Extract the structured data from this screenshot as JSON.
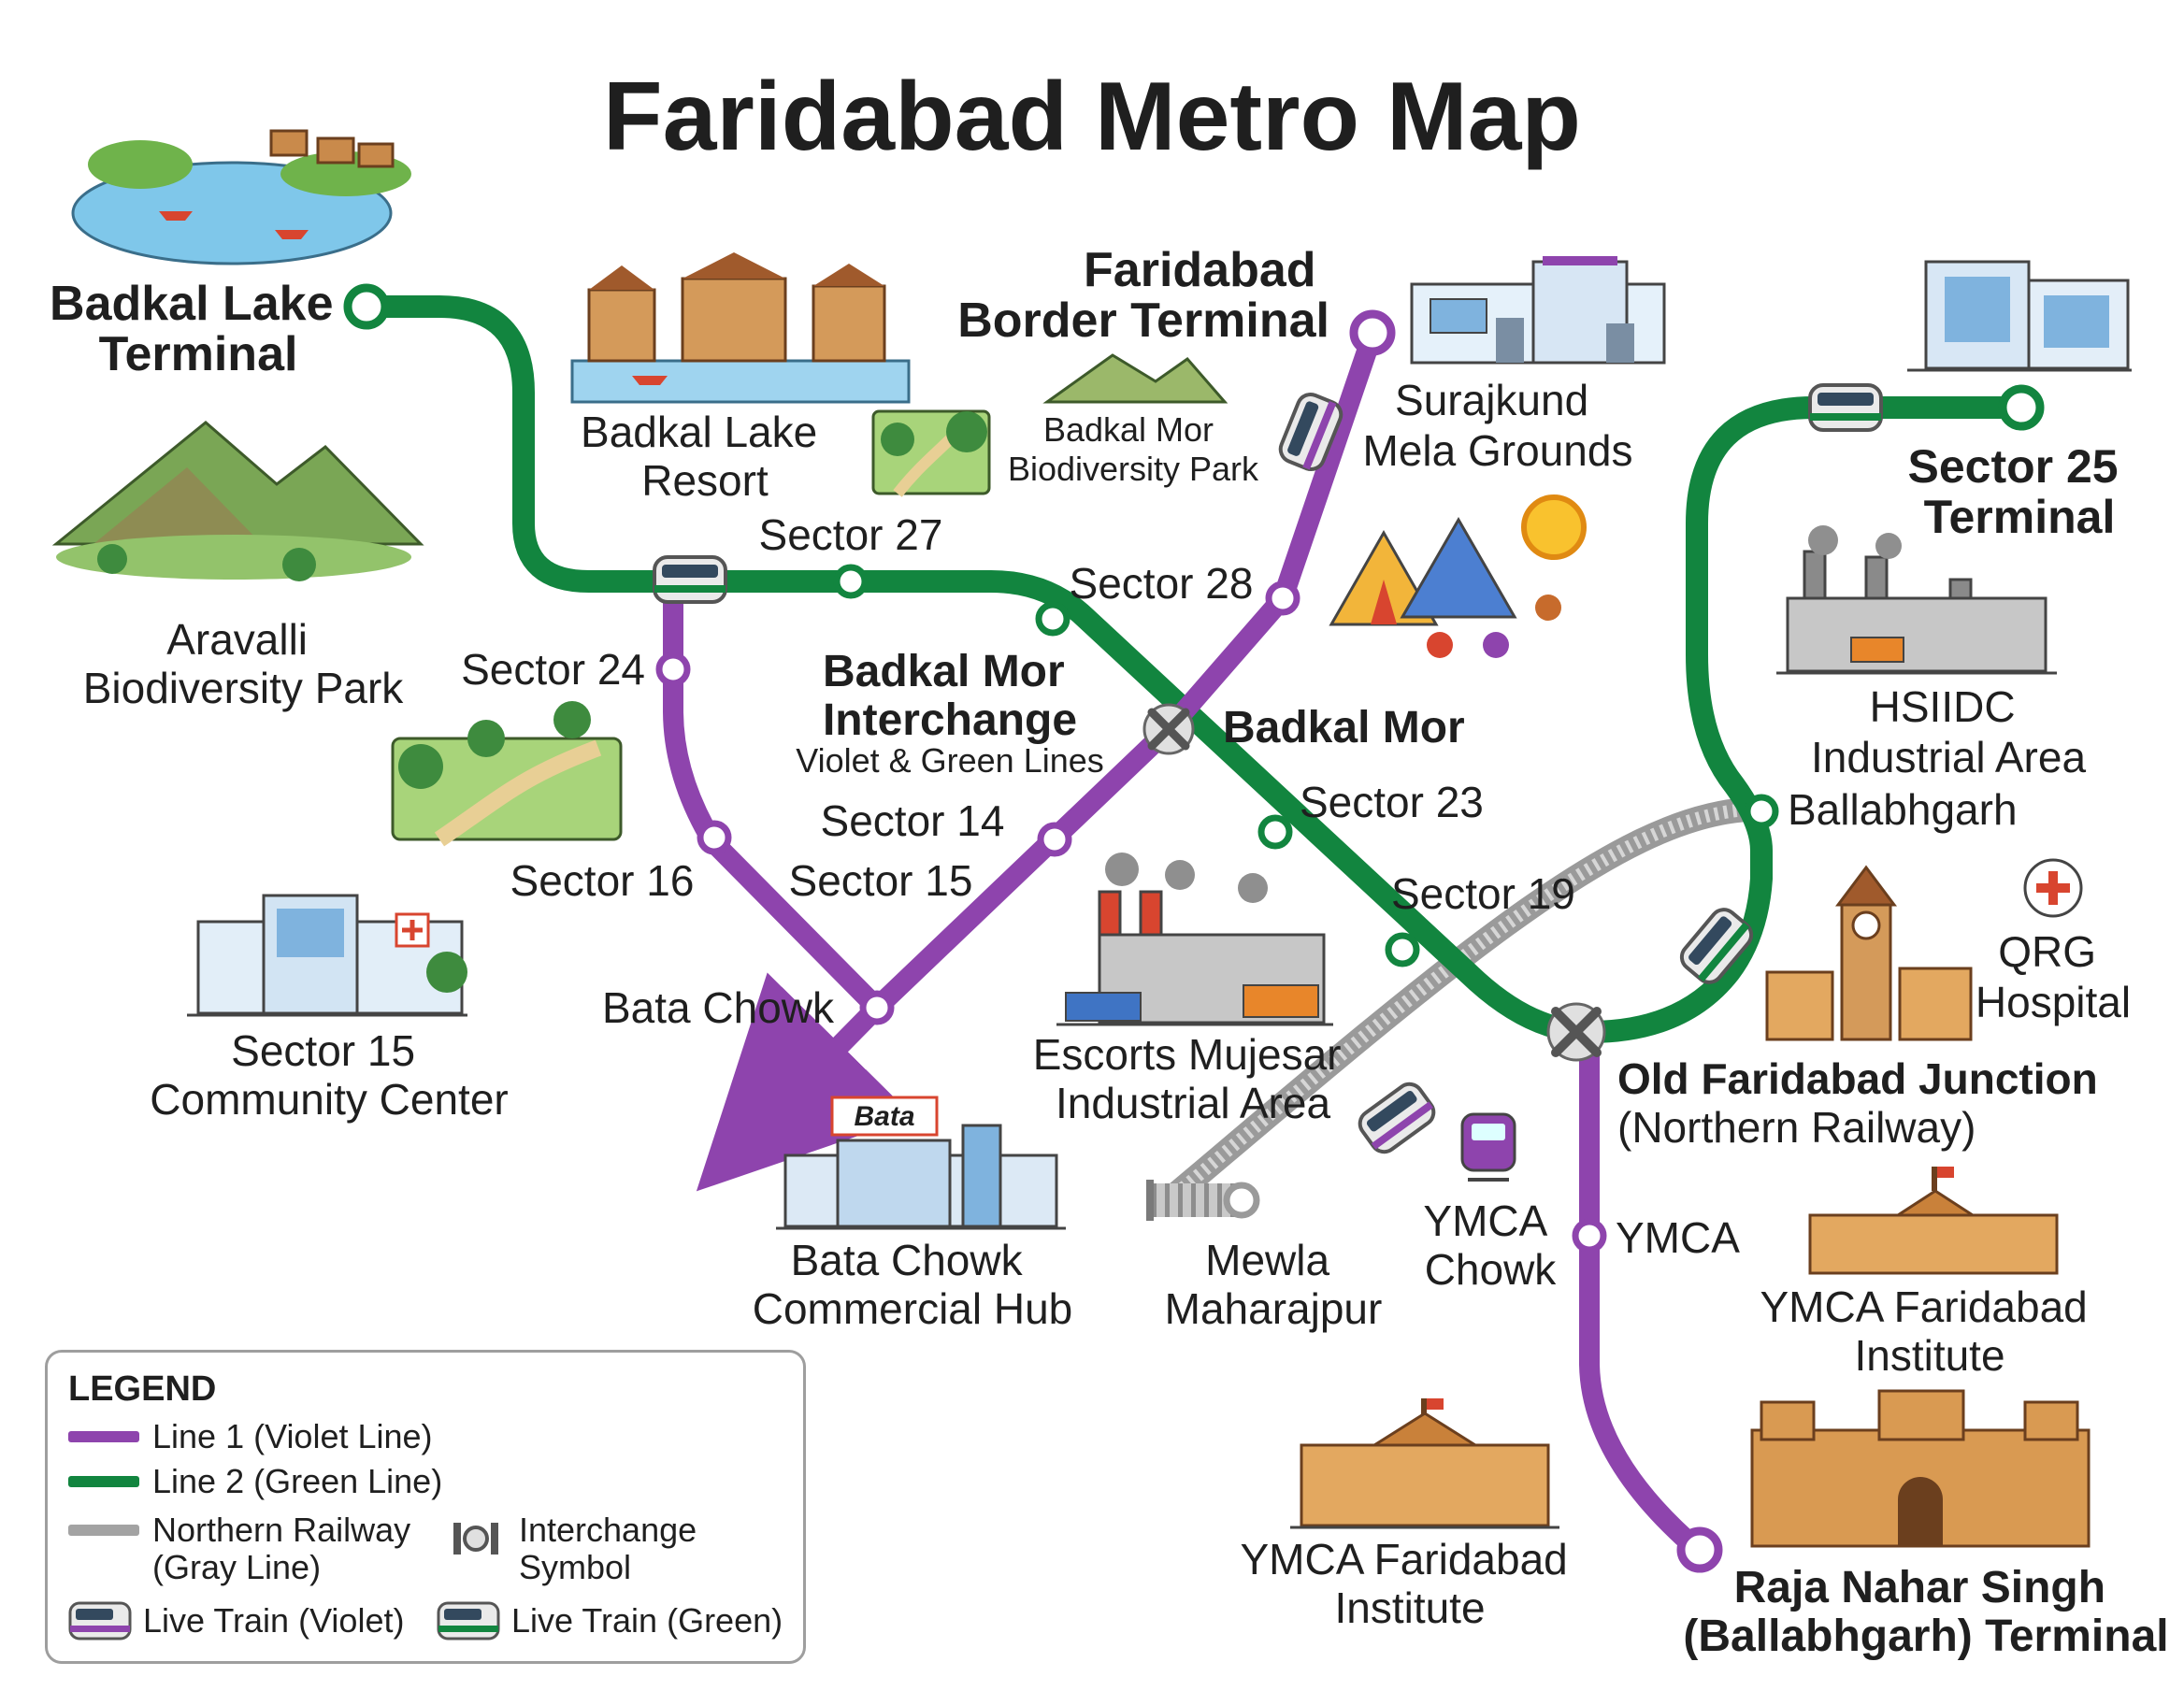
{
  "title": "Faridabad Metro Map",
  "colors": {
    "violet": "#8e44ad",
    "green": "#12853f",
    "gray": "#a3a3a3",
    "text": "#1f1f1f"
  },
  "stations": {
    "badkal_lake_terminal": [
      "Badkal Lake",
      "Terminal"
    ],
    "faridabad_border_terminal": [
      "Faridabad",
      "Border Terminal"
    ],
    "sector_25_terminal": [
      "Sector 25",
      "Terminal"
    ],
    "sector_27": "Sector 27",
    "sector_28": "Sector 28",
    "sector_24": "Sector 24",
    "badkal_mor_interchange": [
      "Badkal Mor",
      "Interchange"
    ],
    "badkal_mor_interchange_sub": "Violet & Green Lines",
    "badkal_mor": "Badkal Mor",
    "sector_14": "Sector 14",
    "sector_15": "Sector 15",
    "sector_16": "Sector 16",
    "sector_23": "Sector 23",
    "sector_19": "Sector 19",
    "bata_chowk": "Bata Chowk",
    "ballabhgarh": "Ballabhgarh",
    "old_faridabad_junction": [
      "Old Faridabad Junction",
      "(Northern Railway)"
    ],
    "ymca": "YMCA",
    "raja_nahar_singh_terminal": [
      "Raja Nahar Singh",
      "(Ballabhgarh) Terminal"
    ]
  },
  "landmarks": {
    "badkal_lake_resort": [
      "Badkal Lake",
      "Resort"
    ],
    "aravalli_park": [
      "Aravalli",
      "Biodiversity Park"
    ],
    "badkal_mor_park": [
      "Badkal Mor",
      "Biodiversity Park"
    ],
    "surajkund": [
      "Surajkund",
      "Mela Grounds"
    ],
    "hsiidc": [
      "HSIIDC",
      "Industrial Area"
    ],
    "qrg_hospital": [
      "QRG",
      "Hospital"
    ],
    "sector_15_cc": [
      "Sector 15",
      "Community Center"
    ],
    "escorts": [
      "Escorts Mujesar",
      "Industrial Area"
    ],
    "bata_hub": [
      "Bata Chowk",
      "Commercial Hub"
    ],
    "bata_sign": "Bata",
    "mewla": [
      "Mewla",
      "Maharajpur"
    ],
    "ymca_chowk": [
      "YMCA",
      "Chowk"
    ],
    "ymca_institute_right": [
      "YMCA Faridabad",
      "Institute"
    ],
    "ymca_institute_bottom": [
      "YMCA Faridabad",
      "Institute"
    ]
  },
  "legend": {
    "title": "LEGEND",
    "line1": "Line 1 (Violet Line)",
    "line2": "Line 2 (Green Line)",
    "railway": [
      "Northern Railway",
      "(Gray Line)"
    ],
    "interchange": [
      "Interchange",
      "Symbol"
    ],
    "train_violet": "Live Train (Violet)",
    "train_green": "Live Train (Green)"
  }
}
